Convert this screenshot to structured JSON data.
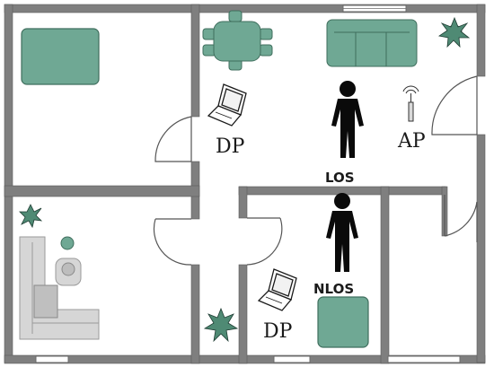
{
  "labels": {
    "dp_top": "DP",
    "dp_bottom": "DP",
    "ap": "AP",
    "los": "LOS",
    "nlos": "NLOS"
  },
  "colors": {
    "wall": "#7a7a7a",
    "furniture": "#6fa894",
    "furniture_stroke": "#3f6e5d",
    "person": "#0a0a0a",
    "light_furniture": "#cfcfcf"
  }
}
